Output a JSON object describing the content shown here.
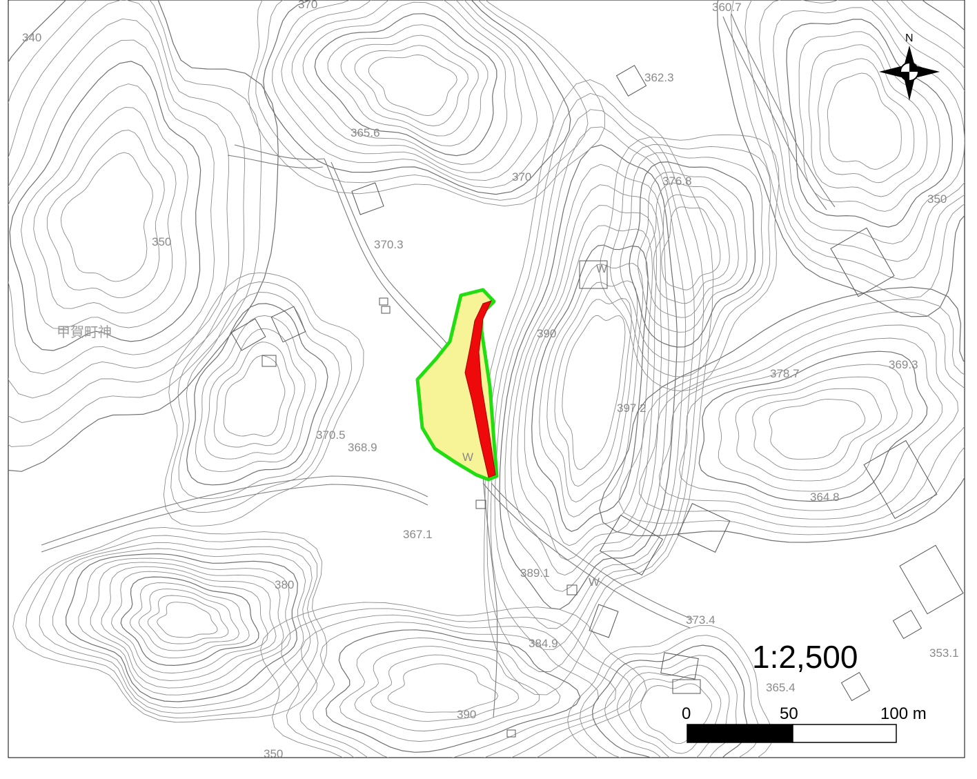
{
  "map": {
    "elevations": [
      "340",
      "370",
      "360.7",
      "362.3",
      "365.6",
      "370",
      "376.8",
      "350",
      "350",
      "370.3",
      "390",
      "378.7",
      "369.3",
      "397.2",
      "370.5",
      "368.9",
      "364.8",
      "367.1",
      "389.1",
      "380",
      "373.4",
      "384.9",
      "353.1",
      "365.4",
      "390",
      "350"
    ],
    "place_name": "甲賀町神",
    "w_marks": [
      "W",
      "W",
      "W"
    ],
    "north_label": "N",
    "scale_ratio": "1:2,500",
    "scale_ticks": [
      "0",
      "50",
      "100 m"
    ],
    "colors": {
      "zone_outline": "#22dd11",
      "zone_fill": "#f6f496",
      "highlight": "#ee0a0a"
    },
    "icons": [
      "compass-rose-icon"
    ]
  }
}
